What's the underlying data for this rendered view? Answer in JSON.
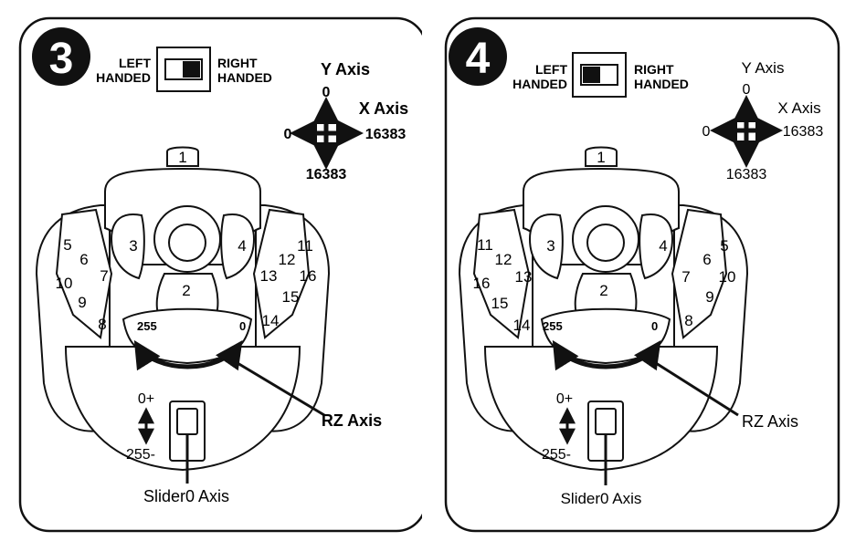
{
  "panels": [
    {
      "step": "3",
      "switch": {
        "left_label": [
          "LEFT",
          "HANDED"
        ],
        "right_label": [
          "RIGHT",
          "HANDED"
        ],
        "position": "right"
      },
      "axes": {
        "y_label": "Y Axis",
        "y_min": "0",
        "y_max": "16383",
        "x_label": "X Axis",
        "x_min": "0",
        "x_max": "16383"
      },
      "trigger": "1",
      "buttons_top": [
        "3",
        "4",
        "2"
      ],
      "left_cluster": [
        "5",
        "6",
        "10",
        "7",
        "9",
        "8"
      ],
      "right_cluster": [
        "12",
        "11",
        "13",
        "16",
        "15",
        "14"
      ],
      "rz": {
        "left": "255",
        "right": "0",
        "label": "RZ Axis"
      },
      "slider": {
        "top": "0+",
        "bottom": "255-",
        "label": "Slider0 Axis"
      }
    },
    {
      "step": "4",
      "switch": {
        "left_label": [
          "LEFT",
          "HANDED"
        ],
        "right_label": [
          "RIGHT",
          "HANDED"
        ],
        "position": "left"
      },
      "axes": {
        "y_label": "Y Axis",
        "y_min": "0",
        "y_max": "16383",
        "x_label": "X Axis",
        "x_min": "0",
        "x_max": "16383"
      },
      "trigger": "1",
      "buttons_top": [
        "3",
        "4",
        "2"
      ],
      "left_cluster": [
        "11",
        "12",
        "16",
        "13",
        "15",
        "14"
      ],
      "right_cluster": [
        "5",
        "6",
        "7",
        "10",
        "9",
        "8"
      ],
      "rz": {
        "left": "255",
        "right": "0",
        "label": "RZ Axis"
      },
      "slider": {
        "top": "0+",
        "bottom": "255-",
        "label": "Slider0 Axis"
      }
    }
  ]
}
